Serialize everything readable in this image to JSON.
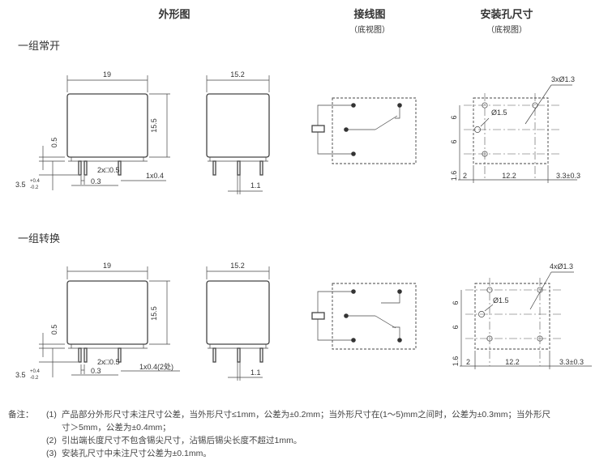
{
  "headers": {
    "outline": "外形图",
    "wiring": "接线图",
    "wiring_sub": "（底视图）",
    "holes": "安装孔尺寸",
    "holes_sub": "（底视图）"
  },
  "sections": [
    {
      "title": "一组常开",
      "dims": {
        "width": "19",
        "height": "15.5",
        "depth": "15.2",
        "standoff": "0.5",
        "pin_length": "3.5",
        "pin_tol_upper": "+0.4",
        "pin_tol_lower": "-0.2",
        "pin_square": "2x□0.5",
        "pin_offset": "0.3",
        "pin_flat": "1x0.4",
        "side_pin": "1.1"
      },
      "holes": {
        "hole_count": "3xØ1.3",
        "hole_small": "Ø1.5",
        "v1": "6",
        "v2": "6",
        "v3": "1.6",
        "h1": "2",
        "h2": "12.2",
        "h3": "3.3±0.3"
      }
    },
    {
      "title": "一组转换",
      "dims": {
        "width": "19",
        "height": "15.5",
        "depth": "15.2",
        "standoff": "0.5",
        "pin_length": "3.5",
        "pin_tol_upper": "+0.4",
        "pin_tol_lower": "-0.2",
        "pin_square": "2x□0.5",
        "pin_offset": "0.3",
        "pin_flat": "1x0.4(2处)",
        "side_pin": "1.1"
      },
      "holes": {
        "hole_count": "4xØ1.3",
        "hole_small": "Ø1.5",
        "v1": "6",
        "v2": "6",
        "v3": "1.6",
        "h1": "2",
        "h2": "12.2",
        "h3": "3.3±0.3"
      }
    }
  ],
  "notes": {
    "prefix": "备注：",
    "items": [
      {
        "num": "(1)",
        "text": "产品部分外形尺寸未注尺寸公差，当外形尺寸≤1mm，公差为±0.2mm；当外形尺寸在(1～5)mm之间时，公差为±0.3mm；当外形尺",
        "cont": "寸＞5mm，公差为±0.4mm；"
      },
      {
        "num": "(2)",
        "text": "引出端长度尺寸不包含锡尖尺寸，沾锡后锡尖长度不超过1mm。"
      },
      {
        "num": "(3)",
        "text": "安装孔尺寸中未注尺寸公差为±0.1mm。"
      }
    ]
  }
}
